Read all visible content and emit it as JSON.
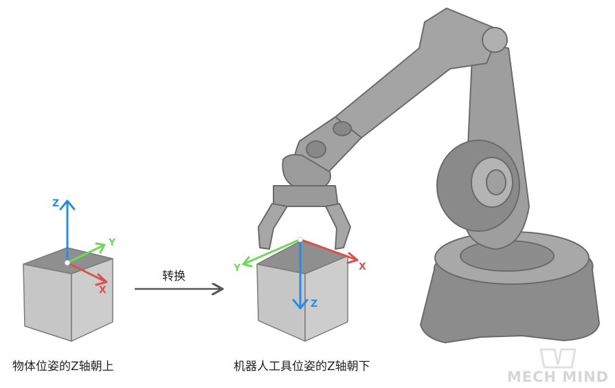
{
  "left_object": {
    "axes": {
      "z": "Z",
      "y": "Y",
      "x": "X"
    },
    "caption": "物体位姿的Z轴朝上"
  },
  "transform_arrow": {
    "label": "转换"
  },
  "right_object": {
    "axes": {
      "z": "Z",
      "y": "Y",
      "x": "X"
    },
    "caption": "机器人工具位姿的Z轴朝下"
  },
  "watermark": {
    "text": "MECH MIND"
  },
  "colors": {
    "z_axis": "#2a8be0",
    "y_axis": "#6ed85a",
    "x_axis": "#d9524e",
    "cube_top": "#8f8f8f",
    "cube_front": "#c8c8c8",
    "robot": "#9a9a9a"
  }
}
